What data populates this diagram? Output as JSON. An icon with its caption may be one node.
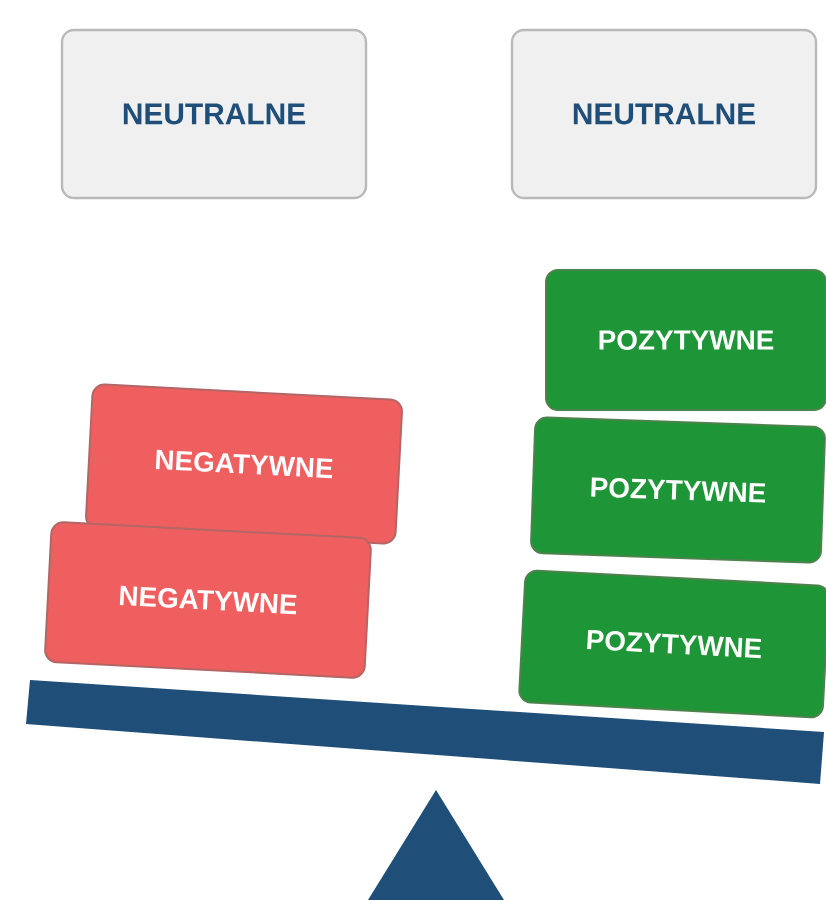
{
  "diagram": {
    "nodes": [
      {
        "text": [
          "NEUTRALNE"
        ]
      },
      {
        "text": [
          "NEUTRALNE"
        ]
      },
      {
        "text": [
          "POZYTYWNE"
        ]
      },
      {
        "text": [
          "NEGATYWNE"
        ]
      },
      {
        "text": [
          "POZYTYWNE"
        ]
      },
      {
        "text": [
          "NEGATYWNE"
        ]
      },
      {
        "text": [
          "POZYTYWNE"
        ]
      }
    ]
  }
}
